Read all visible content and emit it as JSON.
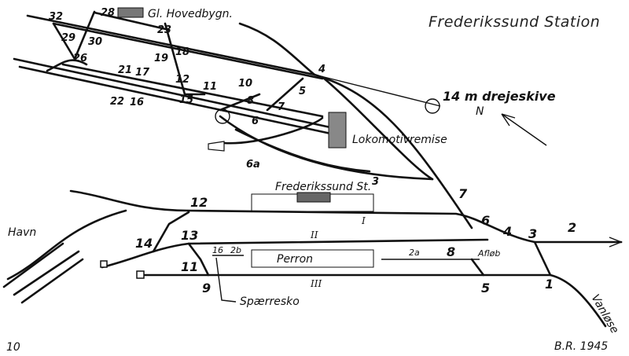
{
  "title": "Frederikssund Station",
  "page_number": "10",
  "signature": "B.R. 1945",
  "places": {
    "havn": "Havn",
    "main_building": "Gl. Hovedbygn.",
    "turntable": "14 m drejeskive",
    "north": "N",
    "engine_shed": "Lokomotivremise",
    "station_building": "Frederikssund St.",
    "platform": "Perron",
    "derail": "Spærresko",
    "sidetrack": "Afløb",
    "direction": "Vanløse"
  },
  "tracks": {
    "t1": "I",
    "t2": "II",
    "t3": "III"
  },
  "switches": {
    "s1": "1",
    "s2": "2",
    "s2a": "2a",
    "s2b": "2b",
    "s3": "3",
    "s3b": "3",
    "s4": "4",
    "s4b": "4",
    "s5": "5",
    "s5b": "5",
    "s6": "6",
    "s6a": "6a",
    "s6b": "6",
    "s7": "7",
    "s7b": "7",
    "s8": "8",
    "s8b": "8",
    "s9": "9",
    "s10": "10",
    "s11": "11",
    "s11b": "11",
    "s12": "12",
    "s12b": "12",
    "s13": "13",
    "s14": "14",
    "s15": "15",
    "s16": "16",
    "s16b": "16",
    "s17": "17",
    "s18": "18",
    "s19": "19",
    "s21": "21",
    "s22": "22",
    "s23": "23",
    "s26": "26",
    "s28": "28",
    "s29": "29",
    "s30": "30",
    "s32": "32"
  }
}
